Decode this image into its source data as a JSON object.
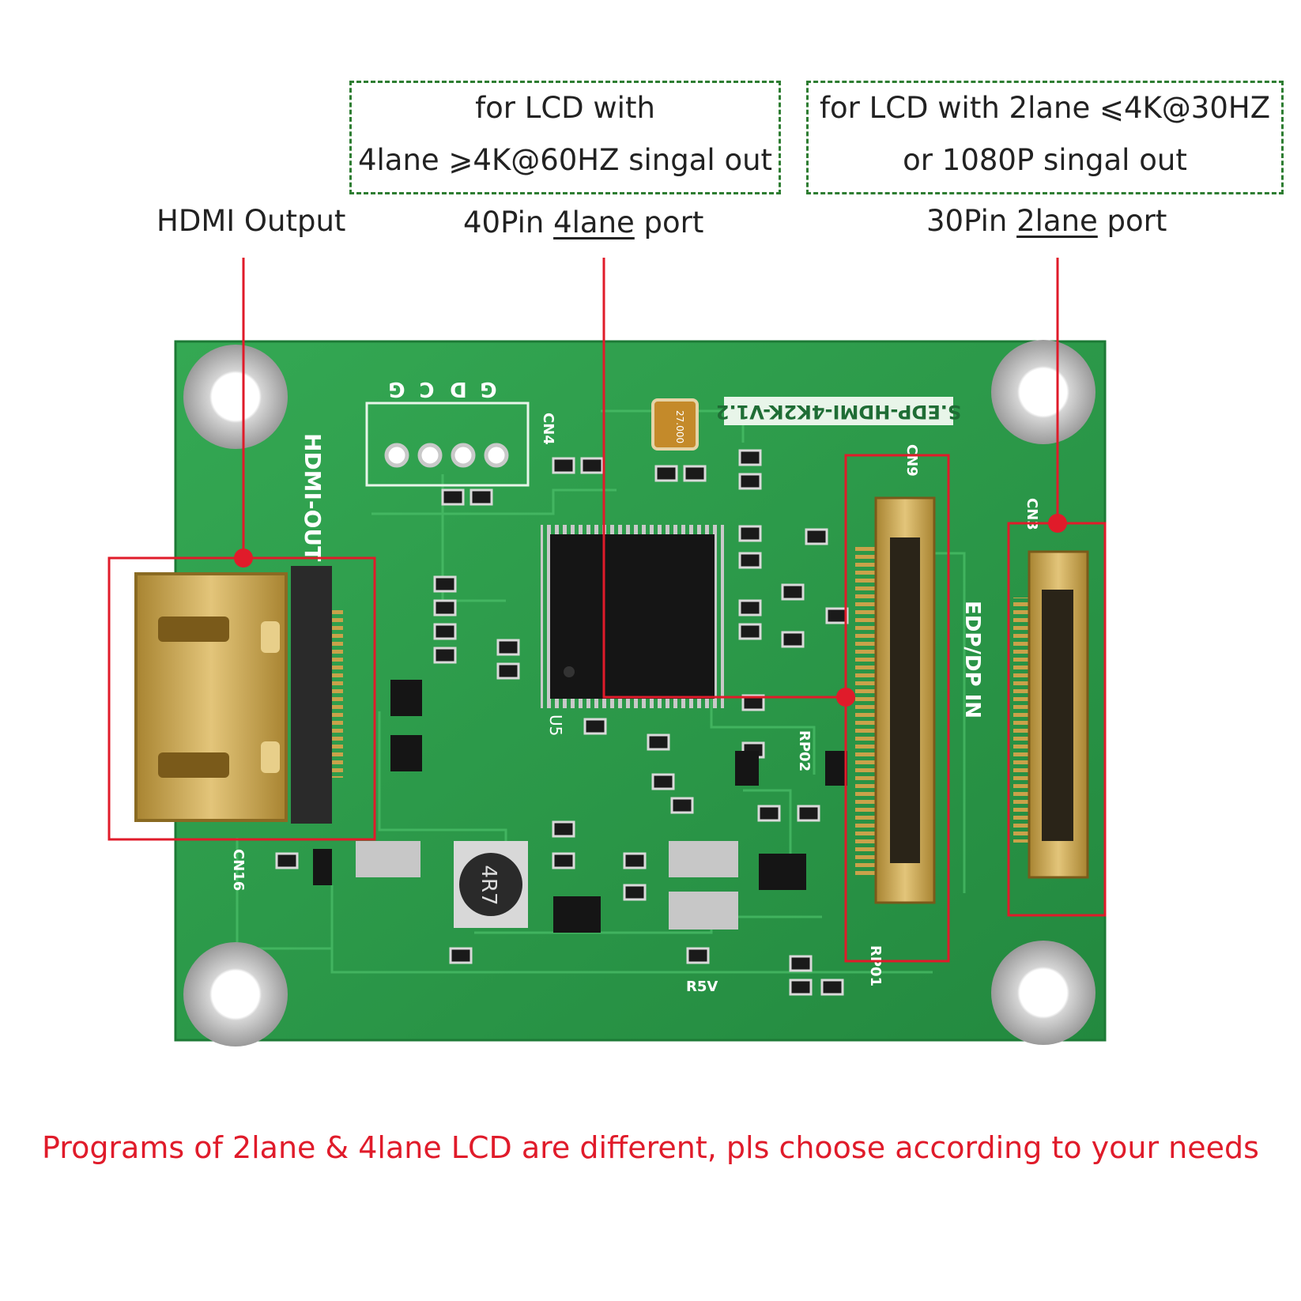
{
  "annotations": {
    "hdmi_output": "HDMI Output",
    "box_4lane": {
      "line1": "for LCD with",
      "line2": "4lane ⩾4K@60HZ singal out"
    },
    "box_2lane": {
      "line1": "for LCD with 2lane ⩽4K@30HZ",
      "line2": "or 1080P singal out"
    },
    "port_40pin": {
      "pre": "40Pin ",
      "lane": "4lane",
      "post": " port"
    },
    "port_30pin": {
      "pre": "30Pin ",
      "lane": "2lane",
      "post": " port"
    }
  },
  "board": {
    "model": "S.EDP-HDMI-4K2K-V1.2",
    "hdmi_out_label": "HDMI-OUT",
    "edp_in_label": "EDP/DP IN",
    "crystal": "27.000",
    "labels": {
      "cn4": "CN4",
      "cn9": "CN9",
      "cn3": "CN3",
      "cn16": "CN16",
      "u5": "U5",
      "rp02": "RP02",
      "rp01": "RP01",
      "r5v": "R5V",
      "inductor": "4R7",
      "pin_g1": "G",
      "pin_c": "C",
      "pin_d": "D",
      "pin_g2": "G"
    }
  },
  "footer": "Programs of 2lane & 4lane LCD are different, pls choose according to your needs",
  "colors": {
    "pcb": "#2a9d4a",
    "callout": "#e01b2a",
    "note_border": "#2e7d32",
    "gold": "#c9a24a"
  }
}
